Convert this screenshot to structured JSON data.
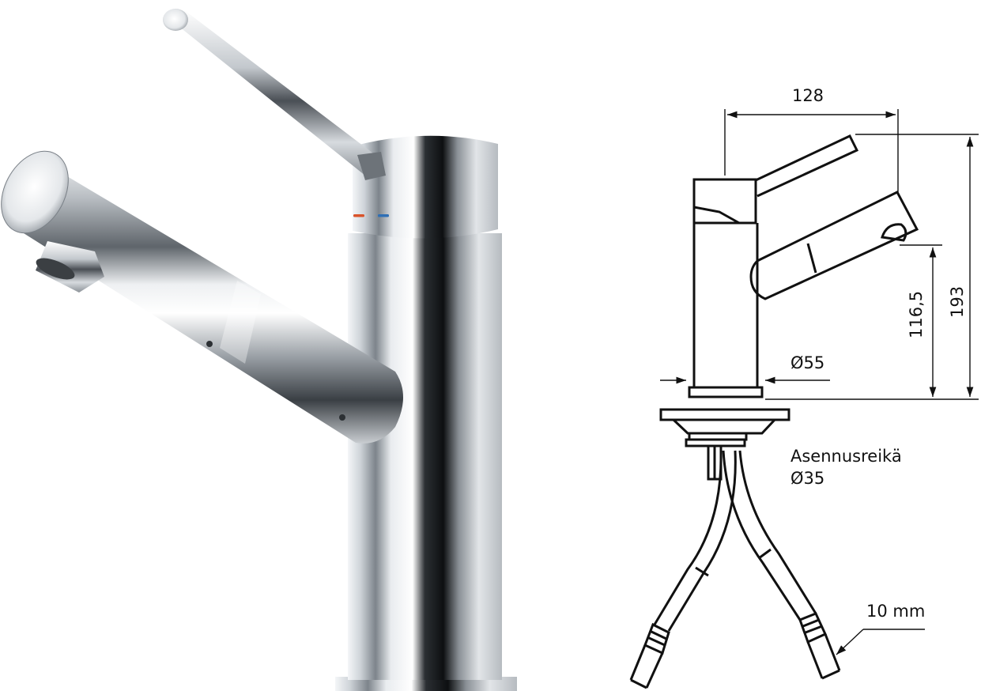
{
  "diagram": {
    "dimensions": {
      "width_top": "128",
      "height_total": "193",
      "height_spout": "116,5",
      "base_diameter": "Ø55",
      "mount_hole_label": "Asennusreikä",
      "mount_hole_diameter": "Ø35",
      "hose_size": "10 mm"
    },
    "indicators": {
      "hot_color": "#d9542b",
      "cold_color": "#2f6fb5"
    }
  }
}
